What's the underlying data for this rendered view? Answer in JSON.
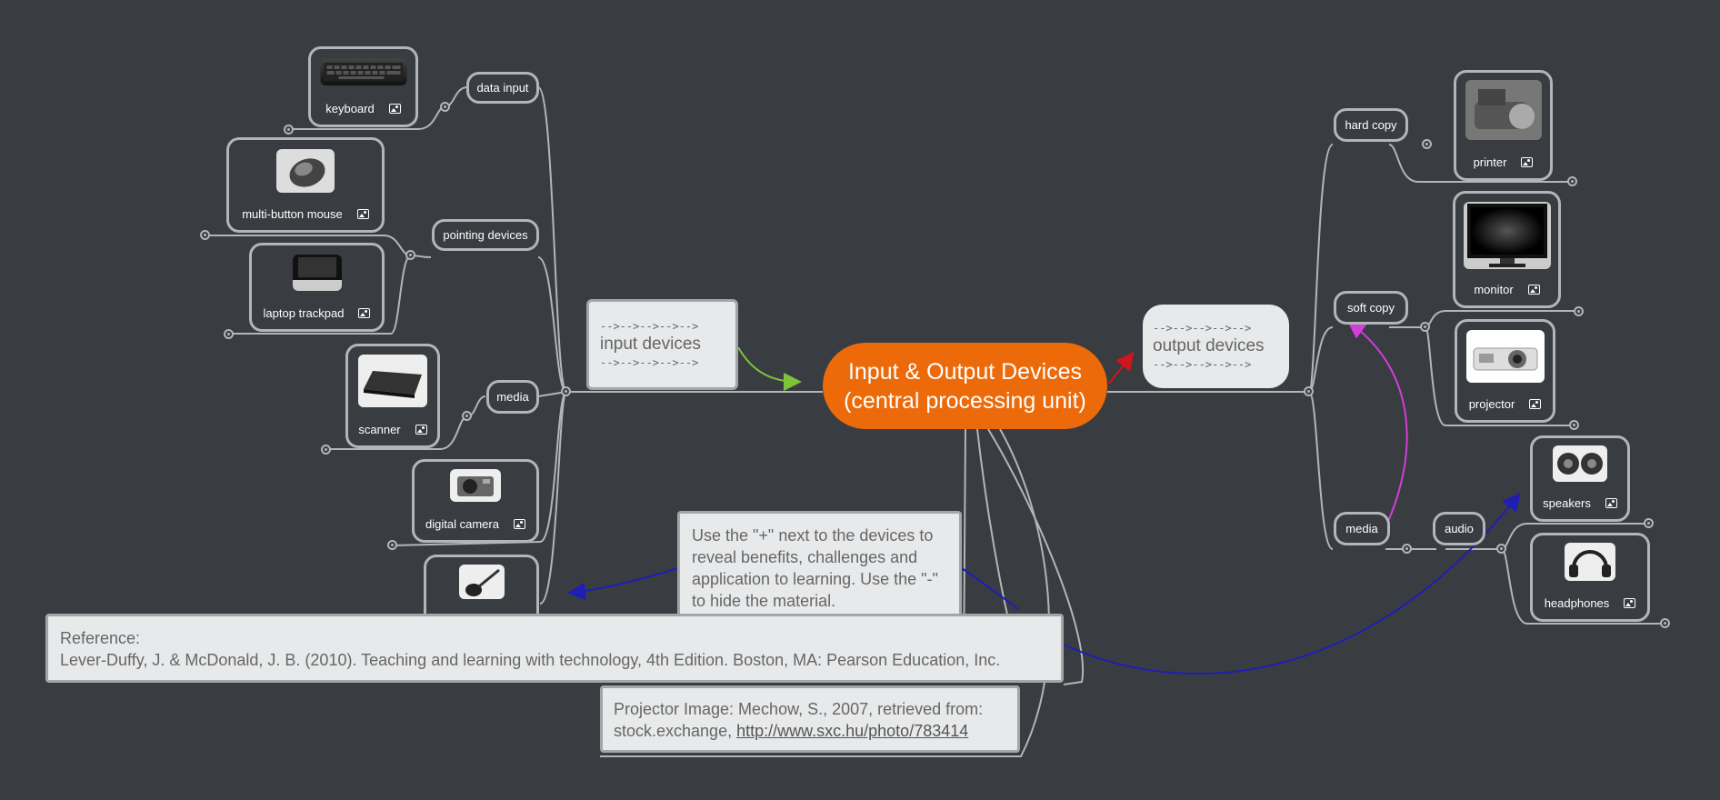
{
  "central": {
    "line1": "Input & Output Devices",
    "line2": "(central processing unit)"
  },
  "input": {
    "arrows_top": "-->-->-->-->-->",
    "label": "input devices",
    "arrows_bottom": "-->-->-->-->-->"
  },
  "output": {
    "arrows_top": "-->-->-->-->-->",
    "label": "output devices",
    "arrows_bottom": "-->-->-->-->-->"
  },
  "categories": {
    "data_input": "data input",
    "pointing_devices": "pointing devices",
    "media_in": "media",
    "hard_copy": "hard copy",
    "soft_copy": "soft copy",
    "media_out": "media",
    "audio": "audio"
  },
  "devices": {
    "keyboard": "keyboard",
    "mouse": "multi-button mouse",
    "trackpad": "laptop trackpad",
    "scanner": "scanner",
    "camera": "digital camera",
    "microphone": "microphone",
    "printer": "printer",
    "monitor": "monitor",
    "projector": "projector",
    "speakers": "speakers",
    "headphones": "headphones"
  },
  "notes": {
    "instructions": "Use the \"+\" next to the devices to reveal benefits, challenges and application to learning. Use the \"-\" to hide the material.",
    "reference_label": "Reference:",
    "reference_text": "Lever-Duffy, J. & McDonald, J. B. (2010). Teaching and learning with technology, 4th Edition. Boston, MA: Pearson Education, Inc.",
    "projector_credit_prefix": "Projector Image: Mechow, S., 2007, retrieved from: stock.exchange, ",
    "projector_credit_link": "http://www.sxc.hu/photo/783414"
  },
  "colors": {
    "background": "#393c41",
    "central": "#ec6a0a",
    "connector": "#b3b5b8",
    "arrow_green": "#7dc43a",
    "arrow_red": "#d0161b",
    "arrow_magenta": "#d23ed8",
    "arrow_blue": "#1e1eb4"
  }
}
